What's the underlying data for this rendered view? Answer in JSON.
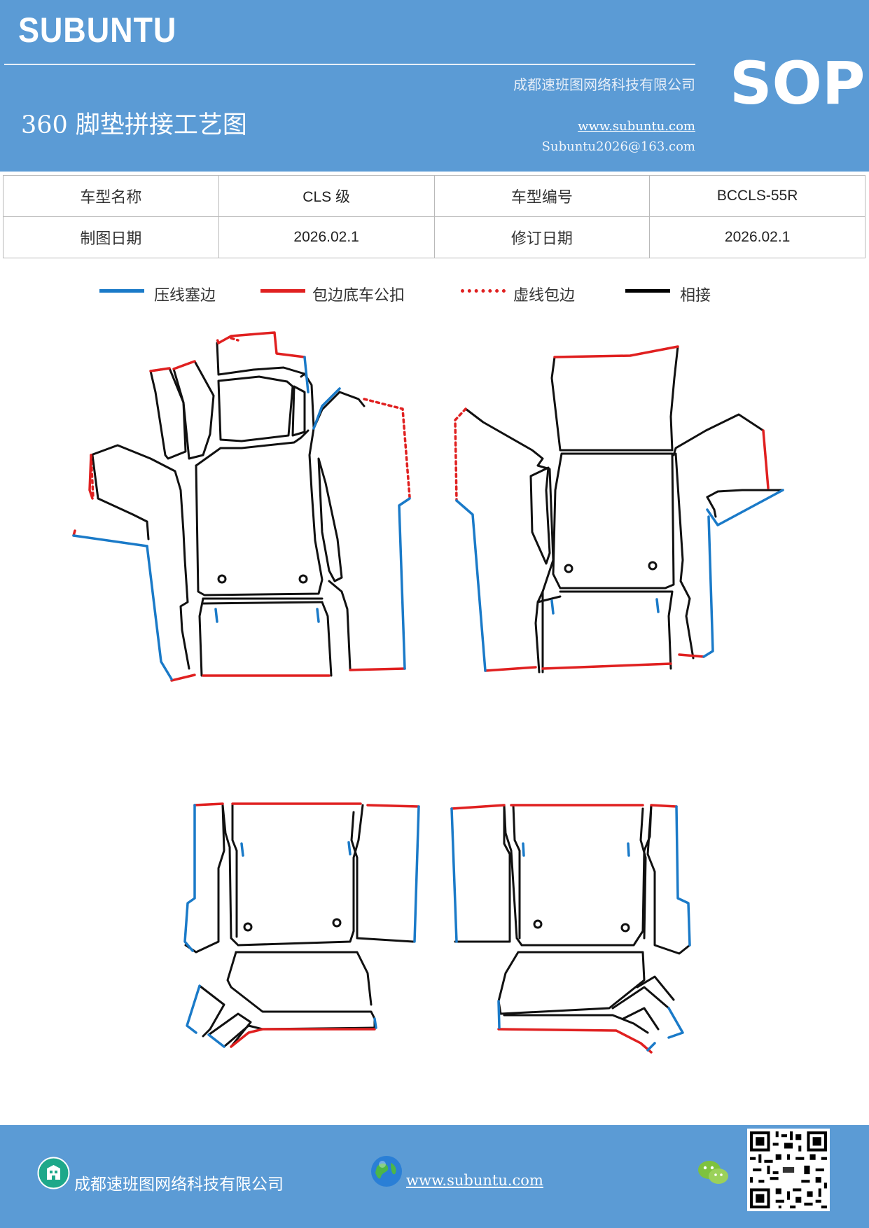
{
  "header": {
    "brand": "SUBUNTU",
    "company": "成都速班图网络科技有限公司",
    "title": "360 脚垫拼接工艺图",
    "website": "www.subuntu.com",
    "email": "Subuntu2026@163.com",
    "badge": "SOP"
  },
  "info_table": {
    "row1": {
      "label1": "车型名称",
      "value1": "CLS 级",
      "label2": "车型编号",
      "value2": "BCCLS-55R"
    },
    "row2": {
      "label1": "制图日期",
      "value1": "2026.02.1",
      "label2": "修订日期",
      "value2": "2026.02.1"
    }
  },
  "legend": [
    {
      "label": "压线塞边",
      "color": "#1a7ac8",
      "style": "solid"
    },
    {
      "label": "包边底车公扣",
      "color": "#e02020",
      "style": "solid"
    },
    {
      "label": "虚线包边",
      "color": "#e02020",
      "style": "dotted"
    },
    {
      "label": "相接",
      "color": "#000000",
      "style": "solid"
    }
  ],
  "footer": {
    "company": "成都速班图网络科技有限公司",
    "website": "www.subuntu.com",
    "icons": [
      "building-icon",
      "globe-icon",
      "wechat-icon",
      "qr-code"
    ]
  },
  "colors": {
    "header_bg": "#5b9bd5",
    "blue_line": "#1a7ac8",
    "red_line": "#e02020"
  }
}
